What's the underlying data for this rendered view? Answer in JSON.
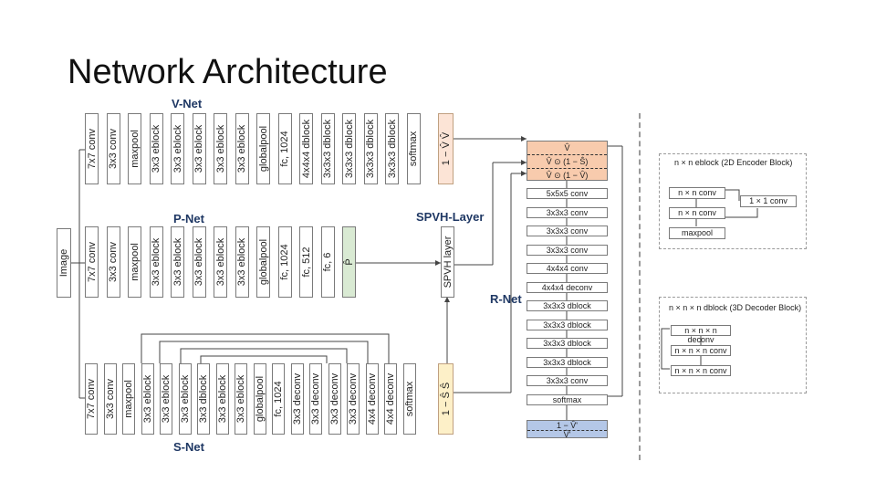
{
  "title": "Network Architecture",
  "labels": {
    "vnet": "V-Net",
    "pnet": "P-Net",
    "snet": "S-Net",
    "rnet": "R-Net",
    "spvh": "SPVH-Layer"
  },
  "image_label": "Image",
  "vnet_layers": [
    "7x7 conv",
    "3x3 conv",
    "maxpool",
    "3x3 eblock",
    "3x3 eblock",
    "3x3 eblock",
    "3x3 eblock",
    "3x3 eblock",
    "globalpool",
    "fc, 1024",
    "4x4x4 dblock",
    "3x3x3 dblock",
    "3x3x3 dblock",
    "3x3x3 dblock",
    "3x3x3 dblock",
    "softmax",
    "1 − V̂  V̂"
  ],
  "pnet_layers": [
    "7x7 conv",
    "3x3 conv",
    "maxpool",
    "3x3 eblock",
    "3x3 eblock",
    "3x3 eblock",
    "3x3 eblock",
    "3x3 eblock",
    "globalpool",
    "fc, 1024",
    "fc, 512",
    "fc, 6",
    "P̂",
    "SPVH layer"
  ],
  "snet_layers": [
    "7x7 conv",
    "3x3 conv",
    "maxpool",
    "3x3 eblock",
    "3x3 eblock",
    "3x3 eblock",
    "3x3 dblock",
    "3x3 eblock",
    "3x3 eblock",
    "globalpool",
    "fc, 1024",
    "3x3 deconv",
    "3x3 deconv",
    "3x3 deconv",
    "3x3 deconv",
    "4x4 deconv",
    "4x4 deconv",
    "softmax",
    "1 − Ŝ  Ŝ"
  ],
  "rnet": {
    "header_lines": [
      "V̂",
      "V̂ ⊙ (1 − Ŝ)",
      "V̂ ⊙ (1 − V̂)"
    ],
    "blocks": [
      "5x5x5 conv",
      "3x3x3 conv",
      "3x3x3 conv",
      "3x3x3 conv",
      "4x4x4 conv",
      "4x4x4 deconv",
      "3x3x3 dblock",
      "3x3x3 dblock",
      "3x3x3 dblock",
      "3x3x3 dblock",
      "3x3x3 conv",
      "softmax"
    ],
    "footer_lines": [
      "1 − V̂'",
      "V̂'"
    ]
  },
  "encoder_panel": {
    "title": "n × n eblock (2D Encoder Block)",
    "boxes": [
      "n × n conv",
      "n × n conv",
      "maxpool"
    ],
    "side_box": "1 × 1 conv"
  },
  "decoder_panel": {
    "title": "n × n × n dblock (3D Decoder Block)",
    "boxes": [
      "n × n × n deconv",
      "n × n × n conv",
      "n × n × n conv"
    ]
  },
  "colors": {
    "box_border": "#7a7a7a",
    "label_color": "#1f3864",
    "orange_fill": "#fce4d6",
    "green_fill": "#d9ead3",
    "blue_fill": "#b4c7e7"
  }
}
